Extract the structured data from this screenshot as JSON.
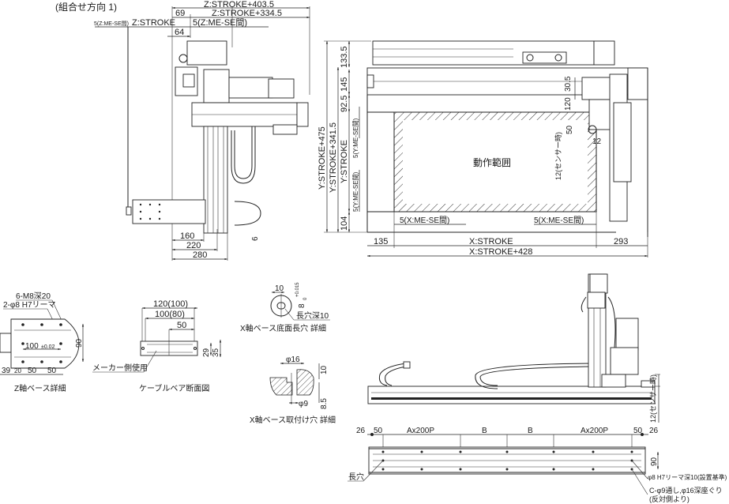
{
  "title": "(組合せ方向 1)",
  "side_view": {
    "dims_top": {
      "z_total": "Z:STROKE+403.5",
      "z_334": "Z:STROKE+334.5",
      "d69": "69",
      "d64": "64",
      "z_stroke": "Z:STROKE",
      "z_me_se_left": "5(Z:ME-SE間)",
      "z_me_se_right": "5(Z:ME-SE間)"
    },
    "dims_bottom": {
      "d160": "160",
      "d220": "220",
      "d280": "280",
      "d6": "6"
    }
  },
  "top_view": {
    "y_dims": {
      "y_total": "Y:STROKE+475",
      "y_341": "Y:STROKE+341.5",
      "y_stroke": "Y:STROKE",
      "d133": "133.5",
      "d145": "145",
      "d92": "92.5",
      "d104": "104",
      "y_me_se_top": "5(Y:ME-SE間)",
      "y_me_se_bottom": "5(Y:ME-SE間)"
    },
    "x_dims": {
      "x_stroke": "X:STROKE",
      "x_total": "X:STROKE+428",
      "d135": "135",
      "d293": "293",
      "x_me_se_left": "5(X:ME-SE間)",
      "x_me_se_right": "5(X:ME-SE間)"
    },
    "right_dims": {
      "d30": "30.5",
      "d120": "120",
      "d50": "50",
      "d12": "12",
      "sensor": "12(センサー時)"
    },
    "work_area_label": "動作範囲"
  },
  "z_base_detail": {
    "caption": "Z軸ベース詳細",
    "tap": "6-M8深20",
    "reamer": "2-φ8 H7リーマ",
    "pitch": "100",
    "tolerance": "±0.02",
    "d90": "90",
    "d39": "39",
    "d20": "20",
    "d50a": "50",
    "d50b": "50"
  },
  "cable_detail": {
    "caption": "ケーブルベア断面図",
    "w120": "120(100)",
    "w100": "100(80)",
    "w50": "50",
    "h29": "29",
    "h35": "35",
    "maker": "メーカー側使用"
  },
  "slot_detail": {
    "caption": "X軸ベース底面長穴 詳細",
    "d10": "10",
    "d8": "8",
    "tol_upper": "+0.015",
    "tol_lower": "0",
    "depth": "長穴深10"
  },
  "mount_detail": {
    "caption": "X軸ベース取付け穴 詳細",
    "phi16": "φ16",
    "phi9": "φ9",
    "d10": "10",
    "d8_5": "8.5"
  },
  "front_view": {
    "sensor": "12(センサー時)"
  },
  "base_plan": {
    "pitch": [
      "26",
      "50",
      "Ax200P",
      "B",
      "B",
      "Ax200P",
      "50",
      "26"
    ],
    "d90": "90",
    "slot": "長穴",
    "reamer": "φ8 H7リーマ深10(設置基準)",
    "counterbore": "C-φ9通し,φ16深座ぐり",
    "opposite": "(反対側より)"
  }
}
